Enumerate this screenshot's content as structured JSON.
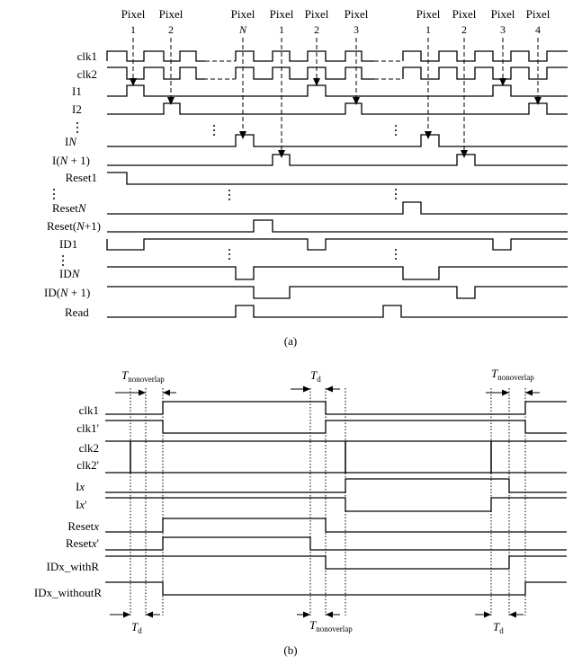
{
  "part_a": {
    "caption": "(a)",
    "pixel_word": "Pixel",
    "pixel_numbers": [
      "1",
      "2",
      "N",
      "1",
      "2",
      "3",
      "1",
      "2",
      "3",
      "4"
    ],
    "signals": [
      "clk1",
      "clk2",
      "I1",
      "I2",
      "IN",
      "I(N + 1)",
      "Reset1",
      "ResetN",
      "Reset(N+1)",
      "ID1",
      "IDN",
      "ID(N + 1)",
      "Read"
    ]
  },
  "part_b": {
    "caption": "(b)",
    "signals": [
      "clk1",
      "clk1'",
      "clk2",
      "clk2'",
      "Ix",
      "Ix'",
      "Resetx",
      "Resetx'",
      "IDx_withR",
      "IDx_withoutR"
    ],
    "t_label": "T",
    "nonoverlap_sub": "nonoverlap",
    "d_sub": "d"
  }
}
